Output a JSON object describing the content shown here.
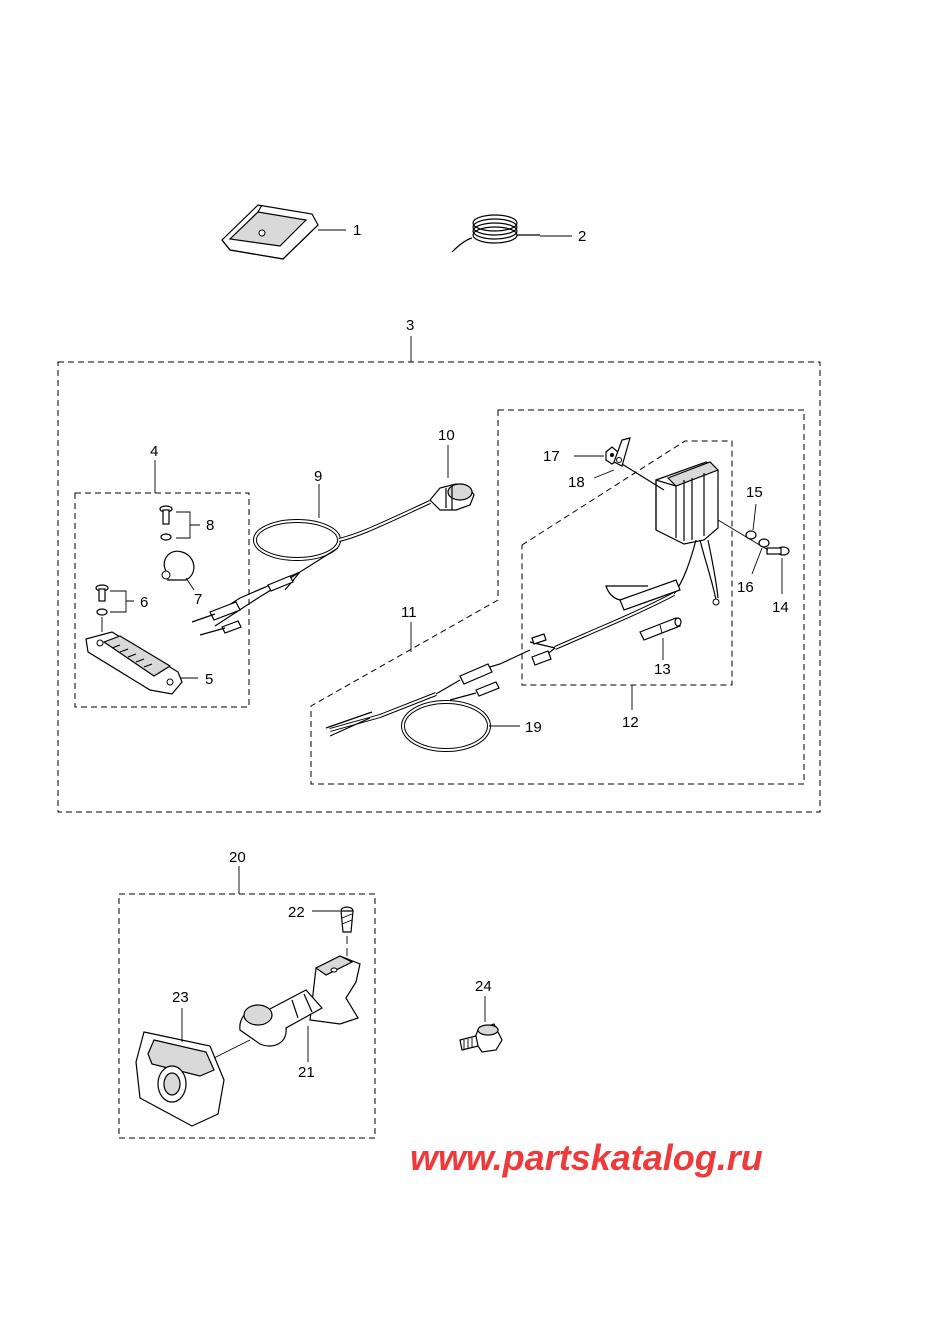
{
  "diagram": {
    "callouts": {
      "c1": "1",
      "c2": "2",
      "c3": "3",
      "c4": "4",
      "c5": "5",
      "c6": "6",
      "c7": "7",
      "c8": "8",
      "c9": "9",
      "c10": "10",
      "c11": "11",
      "c12": "12",
      "c13": "13",
      "c14": "14",
      "c15": "15",
      "c16": "16",
      "c17": "17",
      "c18": "18",
      "c19": "19",
      "c20": "20",
      "c21": "21",
      "c22": "22",
      "c23": "23",
      "c24": "24"
    },
    "watermark": "www.partskatalog.ru"
  }
}
